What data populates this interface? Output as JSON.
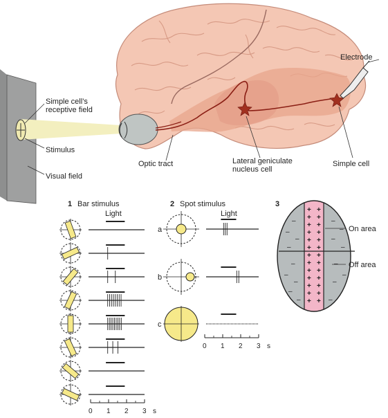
{
  "colors": {
    "brain": "#f4c7b4",
    "brain_fold": "#d79a85",
    "pathway_band": "#e8a58c",
    "nerve": "#8a1e14",
    "cell": "#a1301f",
    "stimulus_fill": "#f6e98a",
    "receptive_pink": "#f3b6c8",
    "receptive_grey": "#b7bcbd",
    "screen_grey": "#8e8f8f"
  },
  "top": {
    "labels": {
      "receptive_field": "Simple cell’s\nreceptive field",
      "stimulus": "Stimulus",
      "visual_field": "Visual field",
      "optic_tract": "Optic tract",
      "lgn_cell": "Lateral geniculate\nnucleus cell",
      "simple_cell": "Simple cell",
      "electrode": "Electrode"
    },
    "icons": [
      "brain-illustration",
      "eye-icon",
      "electrode-icon"
    ]
  },
  "panel1": {
    "number": "1",
    "title": "Bar stimulus",
    "light_label": "Light",
    "orientations_deg": [
      -20,
      65,
      40,
      25,
      0,
      -25,
      -50,
      -65
    ],
    "spike_counts": [
      0,
      1,
      2,
      8,
      9,
      3,
      0,
      0
    ],
    "time_axis": {
      "ticks": [
        "0",
        "1",
        "2",
        "3"
      ],
      "unit": "s"
    }
  },
  "panel2": {
    "number": "2",
    "title": "Spot stimulus",
    "light_label": "Light",
    "rows": [
      {
        "label": "a",
        "spot": "center-small",
        "response": "spikes during light"
      },
      {
        "label": "b",
        "spot": "flank-small",
        "response": "spikes after light"
      },
      {
        "label": "c",
        "spot": "whole-field",
        "response": "weak"
      }
    ],
    "time_axis": {
      "ticks": [
        "0",
        "1",
        "2",
        "3"
      ],
      "unit": "s"
    }
  },
  "panel3": {
    "number": "3",
    "on_label": "On area",
    "off_label": "Off area",
    "on_symbol": "+",
    "off_symbol": "–"
  }
}
